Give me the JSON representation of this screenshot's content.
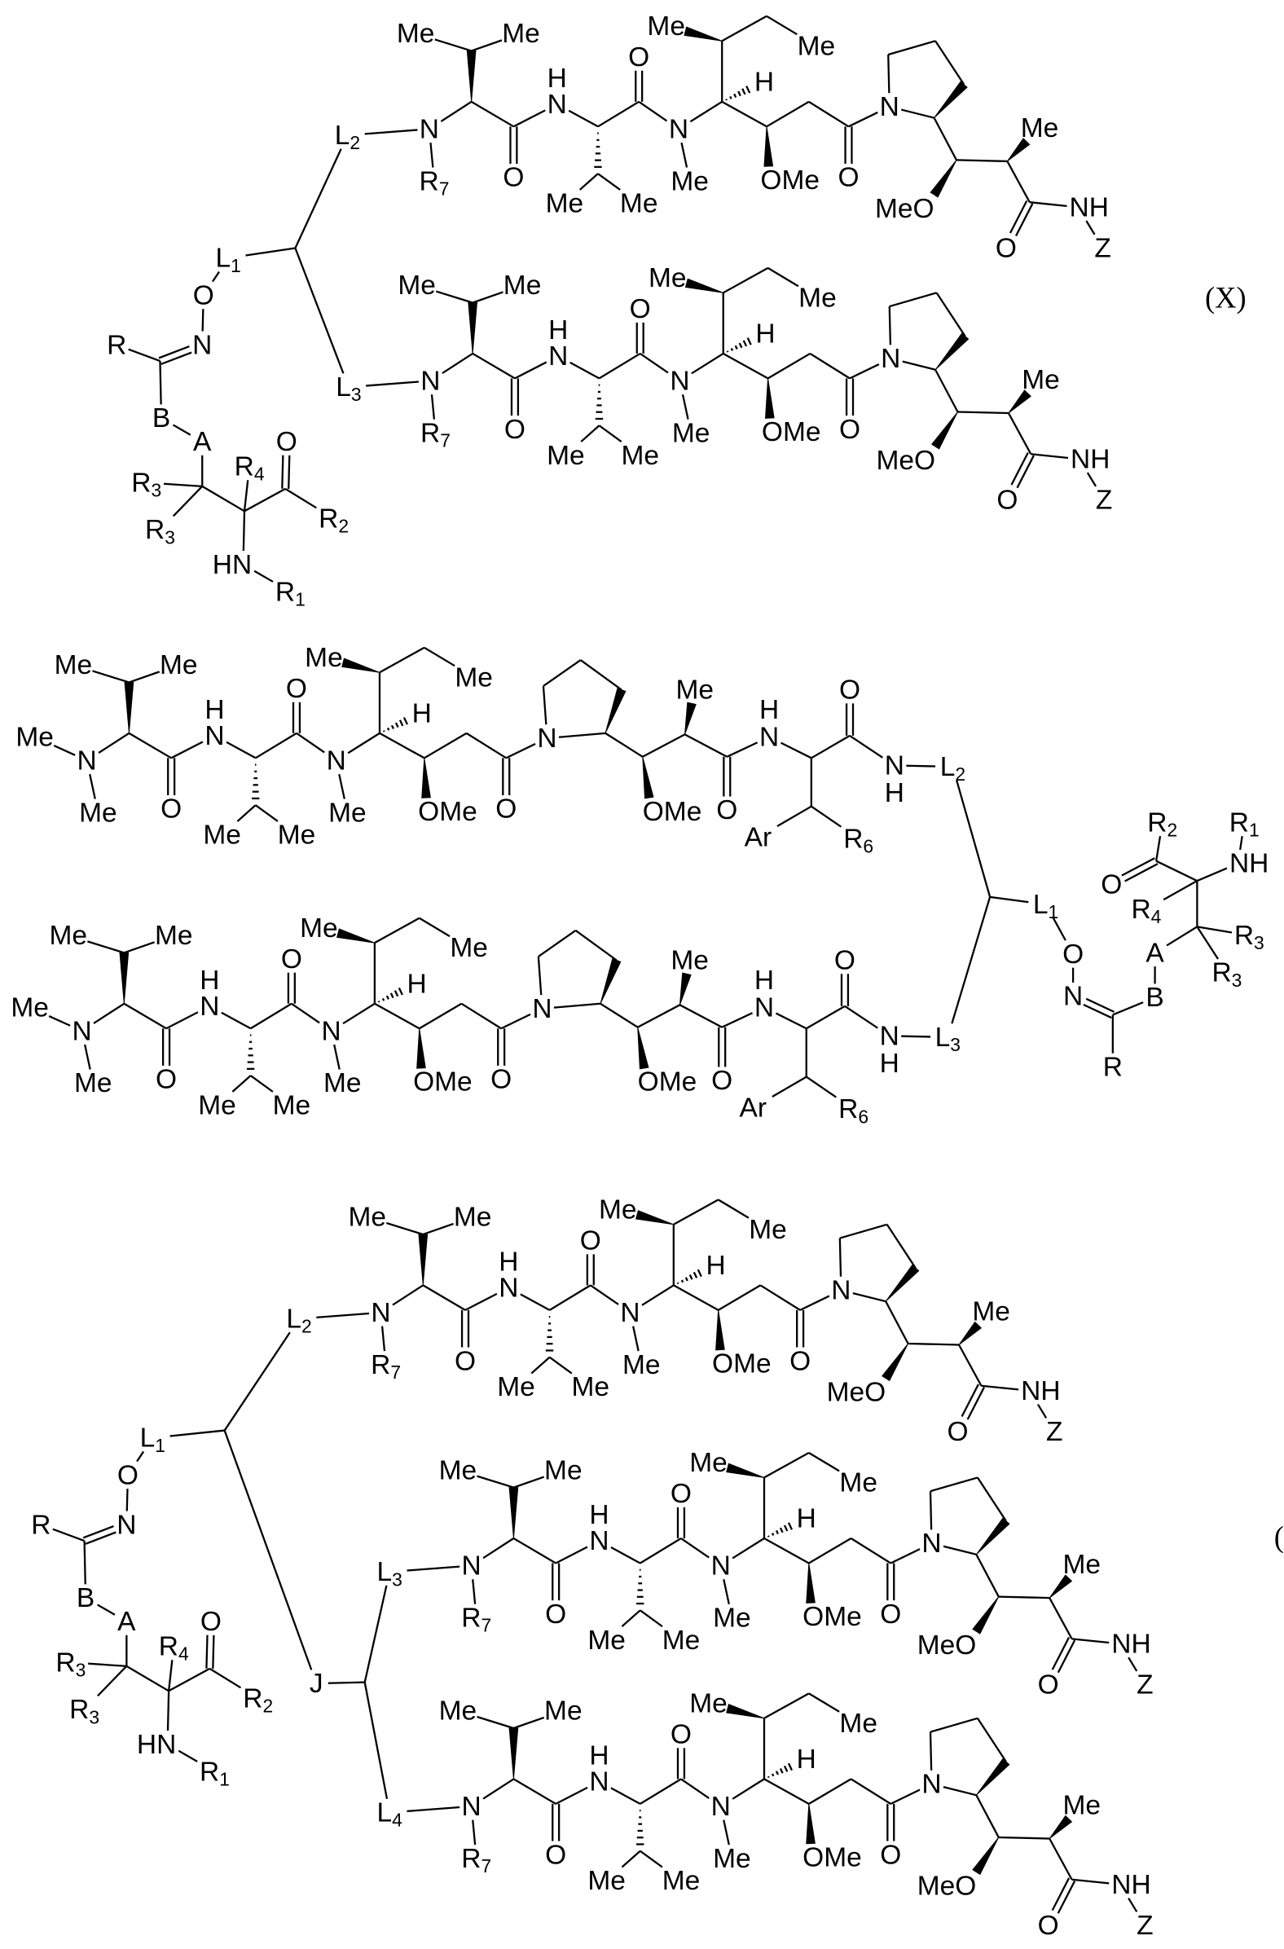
{
  "colors": {
    "ink": "#000000",
    "background": "#ffffff"
  },
  "fragments": {
    "peptide_a": {
      "n0": "N",
      "r7": "R7",
      "me1": "Me",
      "me2": "Me",
      "o1": "O",
      "n1": "N",
      "h1": "H",
      "me3": "Me",
      "me4": "Me",
      "o2": "O",
      "n2": "N",
      "me5": "Me",
      "me6": "Me",
      "me7": "Me",
      "h2": "H",
      "om": "OMe",
      "o3": "O",
      "np": "N",
      "mo": "MeO",
      "me8": "Me",
      "o4": "O",
      "nh": "NH",
      "z": "Z"
    },
    "peptide_b": {
      "meL": "Me",
      "n0": "N",
      "meB": "Me",
      "me1": "Me",
      "me2": "Me",
      "o1": "O",
      "n1": "N",
      "h1": "H",
      "me3": "Me",
      "me4": "Me",
      "o2": "O",
      "n2": "N",
      "me5": "Me",
      "me6": "Me",
      "me7": "Me",
      "h2": "H",
      "om": "OMe",
      "o3": "O",
      "np": "N",
      "om2": "OMe",
      "me8": "Me",
      "o4": "O",
      "n3": "N",
      "h3": "H",
      "ar": "Ar",
      "r6": "R6",
      "o5": "O",
      "n4": "N",
      "h4": "H"
    },
    "oxime_left": {
      "l1": "L1",
      "o": "O",
      "nx": "N",
      "r": "R",
      "b": "B",
      "a": "A",
      "r3a": "R3",
      "r3b": "R3",
      "r4": "R4",
      "oc": "O",
      "r2": "R2",
      "hn": "HN",
      "r1": "R1"
    },
    "oxime_right": {
      "l1": "L1",
      "o": "O",
      "nx": "N",
      "r": "R",
      "b": "B",
      "a": "A",
      "r3a": "R3",
      "r3b": "R3",
      "r4": "R4",
      "oc": "O",
      "r2": "R2",
      "hn": "NH",
      "r1": "R1"
    }
  },
  "structures": [
    {
      "formula_label": "(X)",
      "group": "oxime_left",
      "chains": [
        {
          "template": "peptide_a",
          "linker": "L2"
        },
        {
          "template": "peptide_a",
          "linker": "L3"
        }
      ]
    },
    {
      "group": "oxime_right",
      "chains": [
        {
          "template": "peptide_b",
          "linker": "L2"
        },
        {
          "template": "peptide_b",
          "linker": "L3"
        }
      ]
    },
    {
      "formula_label": "(",
      "group": "oxime_left",
      "junction": "J",
      "chains": [
        {
          "template": "peptide_a",
          "linker": "L2"
        },
        {
          "template": "peptide_a",
          "linker": "L3"
        },
        {
          "template": "peptide_a",
          "linker": "L4"
        }
      ]
    }
  ]
}
